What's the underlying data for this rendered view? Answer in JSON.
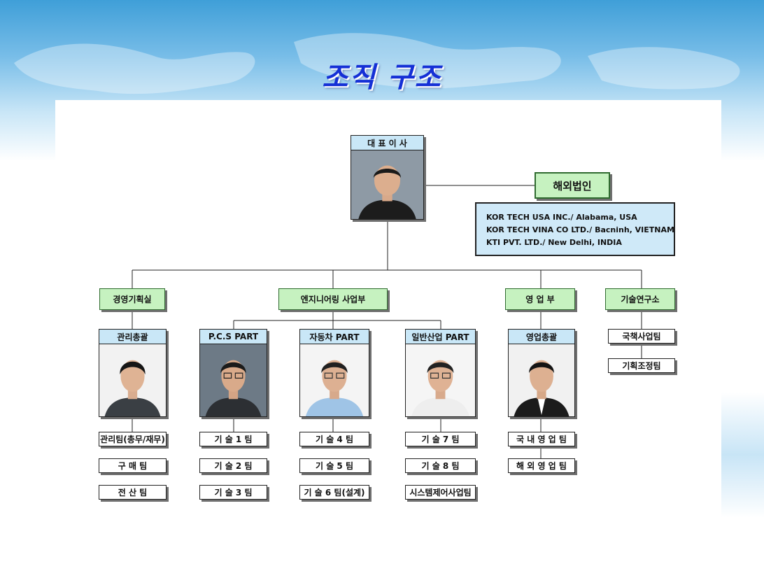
{
  "title": "조직 구조",
  "ceo": {
    "label": "대 표 이 사"
  },
  "overseas": {
    "label": "해외법인",
    "entities": [
      "KOR TECH USA INC./ Alabama, USA",
      "KOR TECH VINA CO LTD./ Bacninh, VIETNAM",
      "KTI PVT. LTD./ New Delhi, INDIA"
    ]
  },
  "divisions": {
    "management": "경영기획실",
    "engineering": "엔지니어링 사업부",
    "sales": "영 업 부",
    "research": "기술연구소"
  },
  "units": {
    "admin": {
      "label": "관리총괄",
      "teams": [
        "관리팀(총무/재무)",
        "구 매 팀",
        "전 산 팀"
      ]
    },
    "pcs": {
      "label": "P.C.S PART",
      "teams": [
        "기 술 1 팀",
        "기 술 2 팀",
        "기 술 3 팀"
      ]
    },
    "auto": {
      "label": "자동차 PART",
      "teams": [
        "기 술 4 팀",
        "기 술 5 팀",
        "기 술 6 팀(설계)"
      ]
    },
    "industry": {
      "label": "일반산업 PART",
      "teams": [
        "기 술 7 팀",
        "기 술 8 팀",
        "시스템제어사업팀"
      ]
    },
    "salesHead": {
      "label": "영업총괄",
      "teams": [
        "국 내 영 업 팀",
        "해 외 영 업 팀"
      ]
    },
    "research": {
      "teams": [
        "국책사업팀",
        "기획조정팀"
      ]
    }
  },
  "colors": {
    "title": "#1530d6",
    "header_fill": "#c9e7f7",
    "division_fill": "#c6f2c0"
  }
}
